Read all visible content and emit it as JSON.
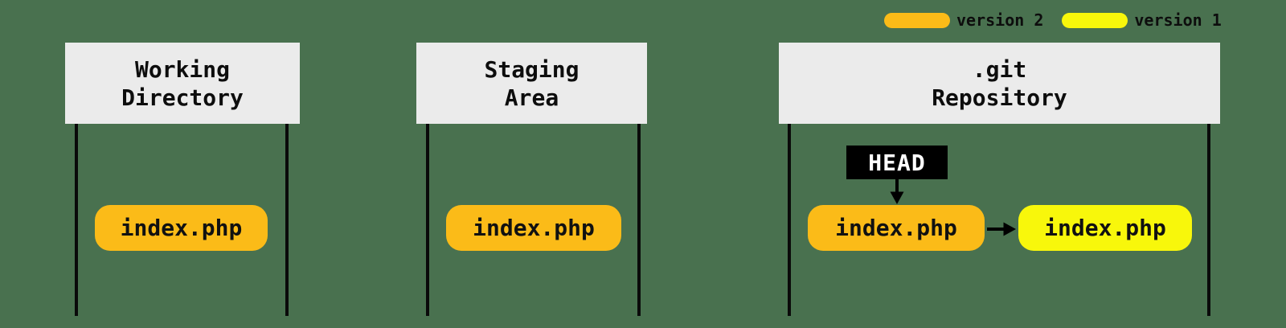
{
  "canvas": {
    "background": "#49714F"
  },
  "legend": {
    "items": [
      {
        "label": "version 2",
        "color": "#FBBB18"
      },
      {
        "label": "version 1",
        "color": "#F8F70B"
      }
    ]
  },
  "columns": [
    {
      "id": "working-directory",
      "title": "Working\nDirectory"
    },
    {
      "id": "staging-area",
      "title": "Staging\nArea"
    },
    {
      "id": "git-repository",
      "title": ".git\nRepository"
    }
  ],
  "head": {
    "label": "HEAD"
  },
  "files": {
    "working_directory": {
      "name": "index.php",
      "color": "#FBBB18"
    },
    "staging_area": {
      "name": "index.php",
      "color": "#FBBB18"
    },
    "repository_v2": {
      "name": "index.php",
      "color": "#FBBB18"
    },
    "repository_v1": {
      "name": "index.php",
      "color": "#F8F70B"
    }
  },
  "colors": {
    "background_green": "#49714F",
    "header_gray": "#EBEBEB",
    "line_black": "#0a0a0a",
    "head_box_black": "#000000",
    "head_text_white": "#FFFFFF"
  }
}
